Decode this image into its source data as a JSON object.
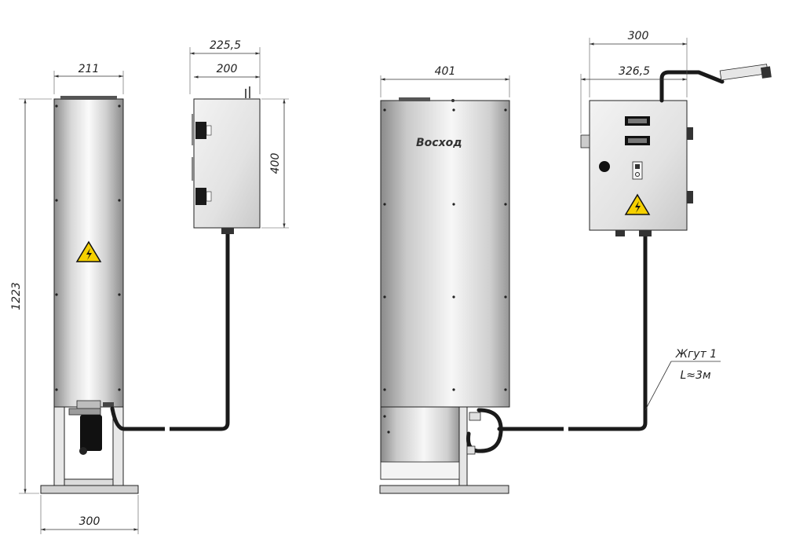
{
  "dimensions": {
    "left_column_width": "211",
    "left_box_outer_width": "225,5",
    "left_box_width": "200",
    "left_box_height": "400",
    "total_height": "1223",
    "left_base_width": "300",
    "right_column_width": "401",
    "right_box_top_width": "300",
    "right_box_outer_width": "326,5"
  },
  "annotations": {
    "harness_label": "Жгут 1",
    "harness_length": "L≈3м"
  },
  "brand": {
    "logo_text": "Восход"
  },
  "colors": {
    "steel_dark": "#9a9a9a",
    "steel_light": "#f4f4f4",
    "warning_yellow": "#f5d000",
    "cable": "#1a1a1a"
  }
}
